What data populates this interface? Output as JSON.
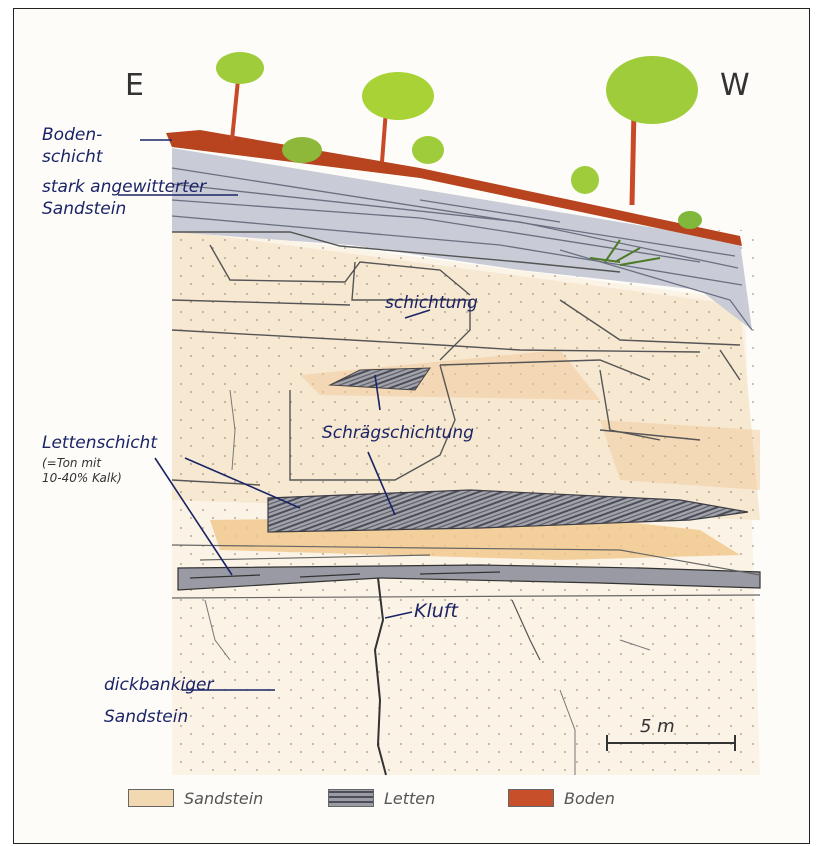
{
  "directions": {
    "east": "E",
    "west": "W"
  },
  "labels": {
    "bodenschicht_line1": "Boden-",
    "bodenschicht_line2": "schicht",
    "angewittert_line1": "stark angewitterter",
    "angewittert_line2": "Sandstein",
    "schichtung": "schichtung",
    "schraegschichtung": "Schrägschichtung",
    "lettenschicht": "Lettenschicht",
    "letten_note_line1": "(=Ton mit",
    "letten_note_line2": "10-40% Kalk)",
    "kluft": "Kluft",
    "dickbankig_line1": "dickbankiger",
    "dickbankig_line2": "Sandstein"
  },
  "scale_bar": {
    "label": "5 m"
  },
  "legend": [
    {
      "label": "Sandstein",
      "color": "#f3d9b1"
    },
    {
      "label": "Letten",
      "color": "#9b9ba3"
    },
    {
      "label": "Boden",
      "color": "#c7502b"
    }
  ],
  "colors": {
    "soil": "#b8431f",
    "weathered": "#c9ccd6",
    "sandstone": "#f6e6cc",
    "letten": "#8c8c96",
    "tree_crown": "#9fcc3a",
    "tree_trunk": "#c84a28",
    "ink": "#1b2466"
  }
}
